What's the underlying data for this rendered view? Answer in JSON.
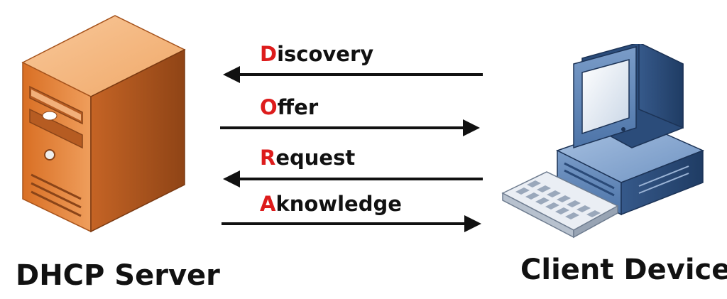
{
  "server": {
    "label": "DHCP Server",
    "icon": "server-tower-icon"
  },
  "client": {
    "label": "Client Device",
    "icon": "desktop-computer-icon"
  },
  "messages": [
    {
      "initial": "D",
      "rest": "iscovery",
      "direction": "client-to-server"
    },
    {
      "initial": "O",
      "rest": "ffer",
      "direction": "server-to-client"
    },
    {
      "initial": "R",
      "rest": "equest",
      "direction": "client-to-server"
    },
    {
      "initial": "A",
      "rest": "knowledge",
      "direction": "server-to-client"
    }
  ],
  "colors": {
    "initial_letter": "#dd1c1c",
    "text": "#111111",
    "arrow": "#111111",
    "server_body": "#e0843e",
    "client_body": "#3f6ea8"
  }
}
